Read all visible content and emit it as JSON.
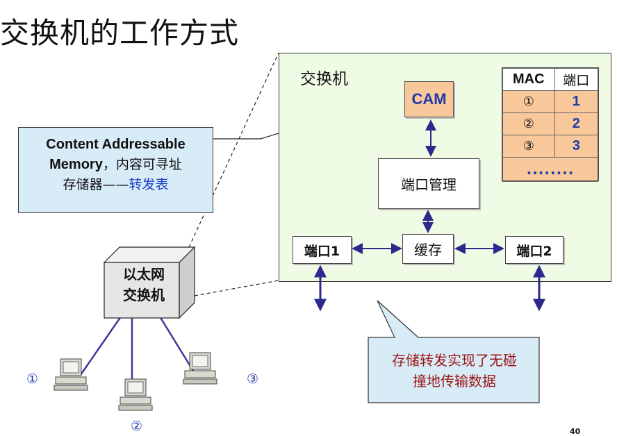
{
  "title": "交换机的工作方式",
  "switch_panel": {
    "title": "交换机",
    "cam_label": "CAM",
    "port_mgmt_label": "端口管理",
    "buffer_label": "缓存",
    "port1_label": "端口1",
    "port2_label": "端口2"
  },
  "mac_table": {
    "headers": [
      "MAC",
      "端口"
    ],
    "rows": [
      {
        "mac": "①",
        "port": "1"
      },
      {
        "mac": "②",
        "port": "2"
      },
      {
        "mac": "③",
        "port": "3"
      }
    ],
    "ellipsis": "........"
  },
  "callout": {
    "line1": "Content Addressable",
    "line2_en": "Memory",
    "line2_zh": "，内容可寻址",
    "line3_a": "存储器——",
    "line3_b": "转发表"
  },
  "ethernet_switch": {
    "line1": "以太网",
    "line2": "交换机"
  },
  "computers": [
    {
      "label": "①"
    },
    {
      "label": "②"
    },
    {
      "label": "③"
    }
  ],
  "speech_bubble": {
    "line1": "存储转发实现了无碰",
    "line2": "撞地传输数据"
  },
  "page_number": "40",
  "colors": {
    "panel_bg": "#f0fbe6",
    "cam_bg": "#f8c79a",
    "callout_bg": "#d8ecf8",
    "arrow": "#2b2a8c",
    "accent_blue": "#1f3aa8",
    "bubble_text": "#9a1414"
  }
}
